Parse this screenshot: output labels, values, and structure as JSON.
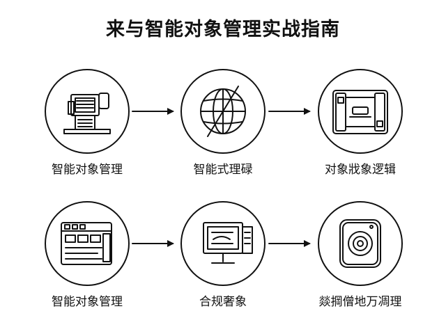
{
  "title": "来与智能对象管理实战指南",
  "nodes": [
    {
      "label": "智能对象管理",
      "icon": "computer-icon"
    },
    {
      "label": "智能式理碌",
      "icon": "globe-icon"
    },
    {
      "label": "对象戕象逻辑",
      "icon": "device-frame-icon"
    },
    {
      "label": "智能对象管理",
      "icon": "window-panel-icon"
    },
    {
      "label": "合规奢象",
      "icon": "monitor-icon"
    },
    {
      "label": "燚掆僧地万凋理",
      "icon": "camera-icon"
    }
  ],
  "colors": {
    "stroke": "#111111",
    "background": "#ffffff"
  }
}
